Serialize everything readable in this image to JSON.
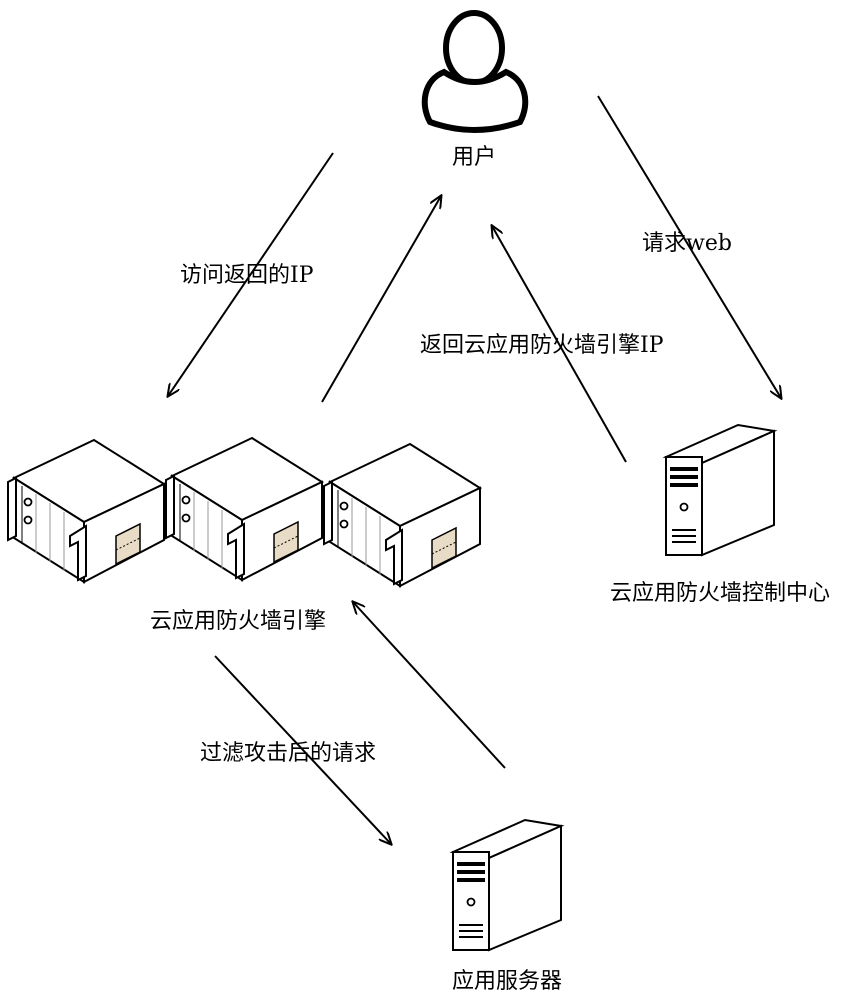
{
  "nodes": {
    "user": "用户",
    "engine": "云应用防火墙引擎",
    "control_center": "云应用防火墙控制中心",
    "app_server": "应用服务器"
  },
  "edges": {
    "user_to_control": "请求web",
    "control_to_user": "返回云应用防火墙引擎IP",
    "user_to_engine": "访问返回的IP",
    "engine_to_server": "过滤攻击后的请求"
  },
  "icons": {
    "user": "person-icon",
    "engine": "rack-server-icon",
    "control_center": "tower-server-icon",
    "app_server": "tower-server-icon"
  }
}
